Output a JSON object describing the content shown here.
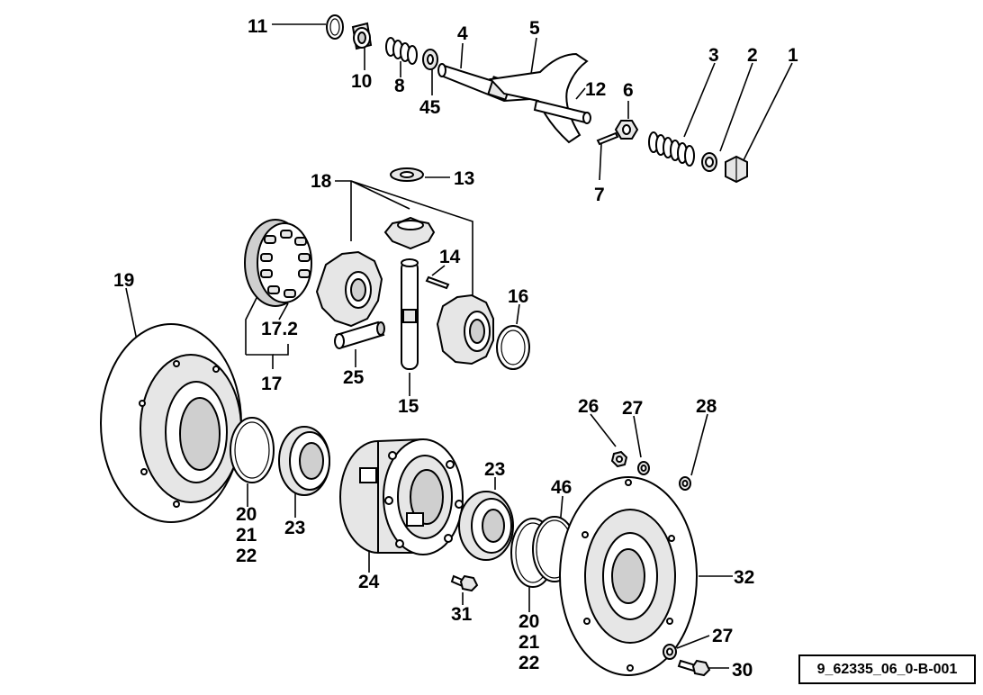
{
  "diagram": {
    "reference_code": "9_62335_06_0-B-001",
    "callouts": {
      "c1": "1",
      "c2": "2",
      "c3": "3",
      "c4": "4",
      "c5": "5",
      "c6": "6",
      "c7": "7",
      "c8": "8",
      "c10": "10",
      "c11": "11",
      "c12": "12",
      "c13": "13",
      "c14": "14",
      "c15": "15",
      "c16": "16",
      "c17": "17",
      "c17_2": "17.2",
      "c18": "18",
      "c19": "19",
      "c20a": "20",
      "c21a": "21",
      "c22a": "22",
      "c20b": "20",
      "c21b": "21",
      "c22b": "22",
      "c23a": "23",
      "c23b": "23",
      "c24": "24",
      "c25": "25",
      "c26": "26",
      "c27a": "27",
      "c27b": "27",
      "c28": "28",
      "c30": "30",
      "c31": "31",
      "c32": "32",
      "c45": "45",
      "c46": "46"
    }
  }
}
